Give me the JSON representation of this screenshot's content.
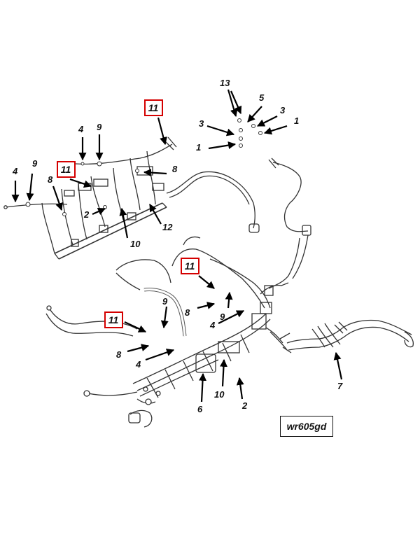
{
  "diagram": {
    "reference_code": "wr605gd",
    "callouts": {
      "c13": "13",
      "c5": "5",
      "c3a": "3",
      "c3b": "3",
      "c1a": "1",
      "c1b": "1",
      "c11a": "11",
      "c11b": "11",
      "c11c": "11",
      "c11d": "11",
      "c4a": "4",
      "c9a": "9",
      "c4b": "4",
      "c9b": "9",
      "c8a": "8",
      "c8b": "8",
      "c2a": "2",
      "c12": "12",
      "c10a": "10",
      "c9c": "9",
      "c8c": "8",
      "c9d": "9",
      "c4c": "4",
      "c8d": "8",
      "c4d": "4",
      "c6": "6",
      "c10b": "10",
      "c2b": "2",
      "c7": "7"
    },
    "highlight_color": "#d40000"
  }
}
